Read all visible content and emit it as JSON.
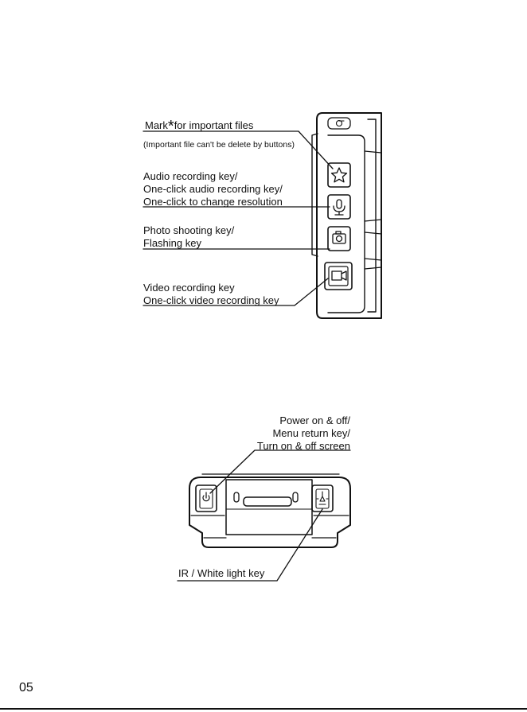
{
  "side_view": {
    "mark": {
      "prefix": "Mark",
      "asterisk": "*",
      "suffix": "for important files"
    },
    "mark_note": "(Important file can't be delete by buttons)",
    "audio": [
      "Audio recording key/",
      "One-click audio recording key/",
      "One-click to change resolution"
    ],
    "photo": [
      "Photo shooting key/",
      "Flashing key"
    ],
    "video": [
      "Video recording key",
      "One-click video recording key"
    ]
  },
  "top_view": {
    "power": [
      "Power on & off/",
      "Menu return key/",
      "Turn on & off screen"
    ],
    "ir": "IR / White light key"
  },
  "icons": {
    "mark": "star-icon",
    "audio": "microphone-icon",
    "photo": "camera-icon",
    "video": "video-camera-icon",
    "power": "power-icon",
    "ir": "flashlight-icon"
  },
  "page_number": "05"
}
